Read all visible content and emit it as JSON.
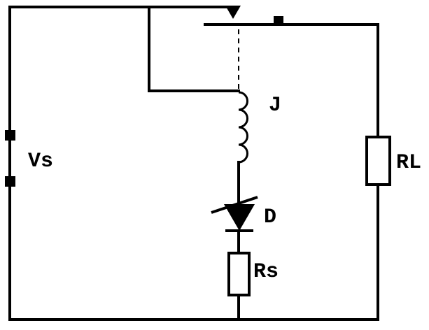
{
  "page": {
    "background": "#ffffff",
    "ink": "#000000"
  },
  "circuit": {
    "type": "schematic",
    "description_kind": "relay-driver-circuit",
    "labels": {
      "voltage_source": "Vs",
      "relay_coil": "J",
      "diode": "D",
      "series_resistor": "Rs",
      "load_resistor": "RL"
    },
    "components": [
      {
        "id": "voltage-source",
        "label": "Vs",
        "symbol": "battery-terminals"
      },
      {
        "id": "relay-coil",
        "label": "J",
        "symbol": "inductor-coil"
      },
      {
        "id": "relay-contact",
        "label": "",
        "symbol": "switch-contact-with-armature-link"
      },
      {
        "id": "diode",
        "label": "D",
        "symbol": "diode"
      },
      {
        "id": "series-resistor",
        "label": "Rs",
        "symbol": "resistor-box"
      },
      {
        "id": "load-resistor",
        "label": "RL",
        "symbol": "resistor-box"
      }
    ]
  }
}
